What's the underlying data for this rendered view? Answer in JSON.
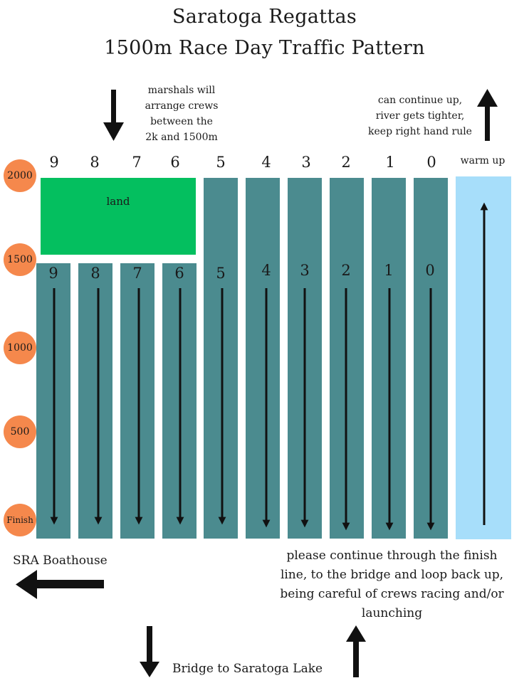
{
  "title": {
    "line1": "Saratoga Regattas",
    "line2": "1500m Race Day Traffic Pattern"
  },
  "notes": {
    "marshals": [
      "marshals will",
      "arrange crews",
      "between the",
      "2k and 1500m"
    ],
    "continue_up": [
      "can continue up,",
      "river gets tighter,",
      "keep right hand rule"
    ],
    "finish": [
      "please continue through the finish",
      "line, to the bridge and loop back up,",
      "being careful of crews racing and/or",
      "launching"
    ]
  },
  "lanes": [
    "9",
    "8",
    "7",
    "6",
    "5",
    "4",
    "3",
    "2",
    "1",
    "0"
  ],
  "warm_up_label": "warm up",
  "land_label": "land",
  "distance_markers": [
    "2000",
    "1500",
    "1000",
    "500",
    "Finish"
  ],
  "boathouse_label": "SRA Boathouse",
  "bridge_label": "Bridge to Saratoga Lake",
  "colors": {
    "lane": "#4b8b8f",
    "land": "#04bf5f",
    "warm_up": "#a7defa",
    "marker": "#f5884c",
    "arrow": "#111111"
  }
}
